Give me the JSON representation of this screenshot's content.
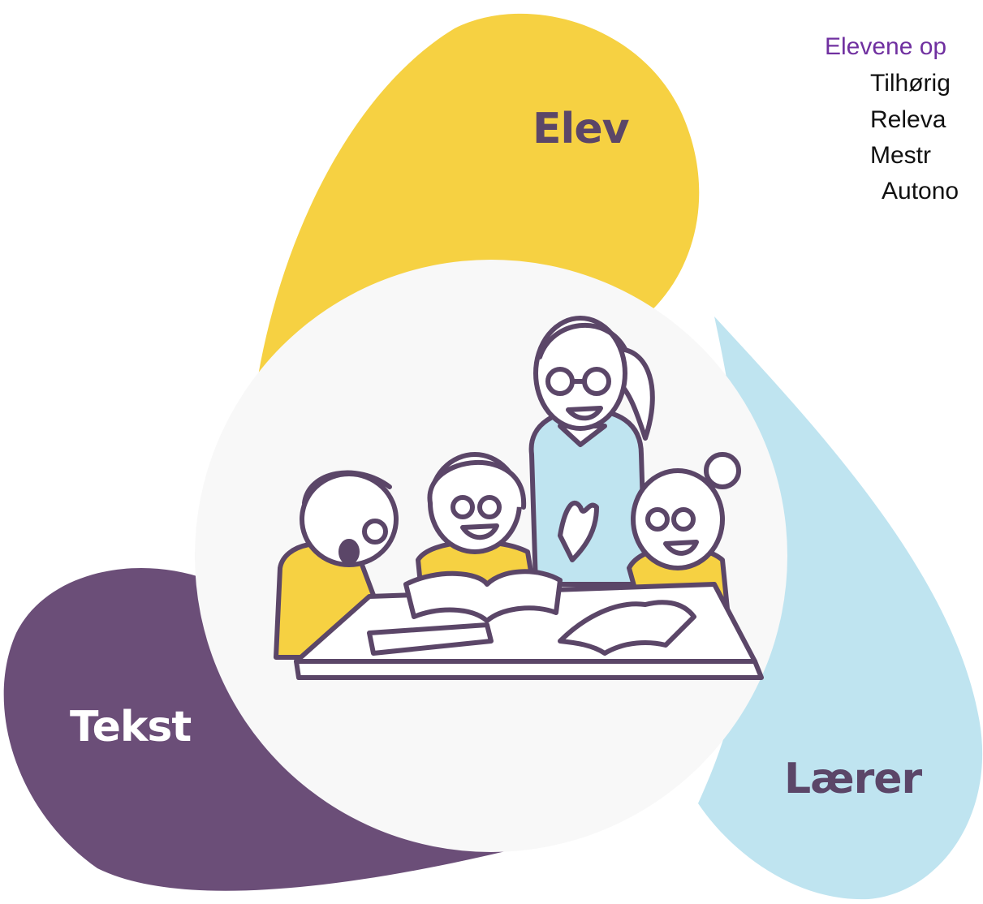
{
  "diagram": {
    "petals": {
      "elev": "Elev",
      "tekst": "Tekst",
      "laerer": "Lærer"
    },
    "colors": {
      "yellow": "#f6d142",
      "purple": "#6b4e78",
      "light_blue": "#bfe4f0",
      "center": "#f8f8f8",
      "outline": "#5b4668",
      "heading": "#7030a0"
    }
  },
  "side_panel": {
    "heading": "Elevene op",
    "items": [
      "Tilhørig",
      "Releva",
      "Mestr",
      "Autono"
    ]
  }
}
